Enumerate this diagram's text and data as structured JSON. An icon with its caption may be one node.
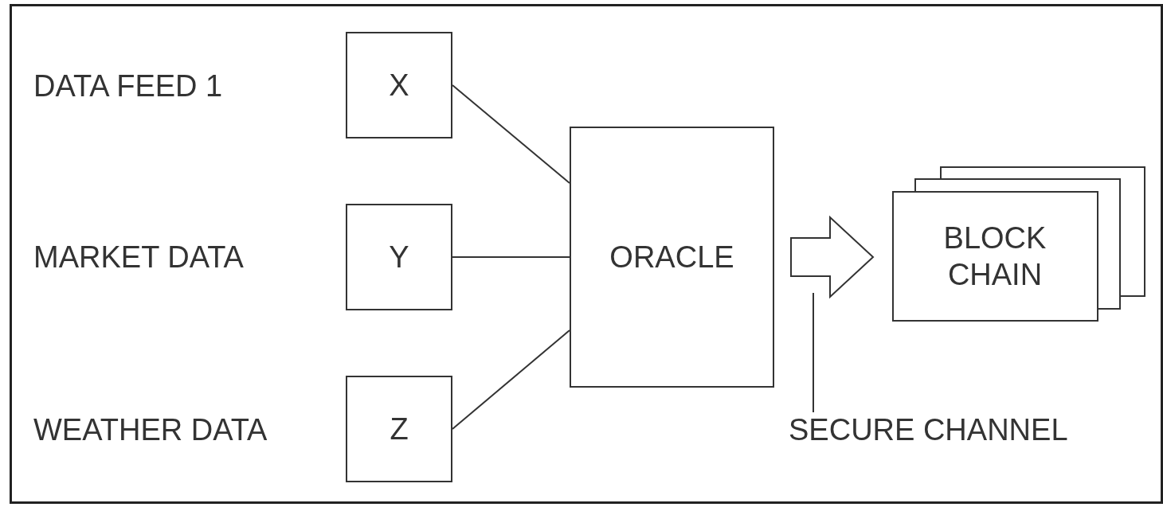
{
  "diagram": {
    "nodes": [
      {
        "text": [
          "X"
        ]
      },
      {
        "text": [
          "Y"
        ]
      },
      {
        "text": [
          "Z"
        ]
      },
      {
        "text": [
          "ORACLE"
        ]
      },
      {
        "text": [
          "BLOCK CHAIN"
        ]
      },
      {
        "text": [
          "SECURE CHANNEL"
        ]
      }
    ],
    "edges": [
      {
        "from": 0,
        "to": 3,
        "arrow": "none"
      },
      {
        "from": 1,
        "to": 3,
        "arrow": "none"
      },
      {
        "from": 2,
        "to": 3,
        "arrow": "none"
      },
      {
        "from": 3,
        "to": 4,
        "arrow": "to",
        "style": "thick"
      },
      {
        "from": 5,
        "to": null,
        "arrow": "none"
      }
    ],
    "labels": [
      "DATA FEED 1",
      "MARKET DATA",
      "WEATHER DATA"
    ]
  }
}
